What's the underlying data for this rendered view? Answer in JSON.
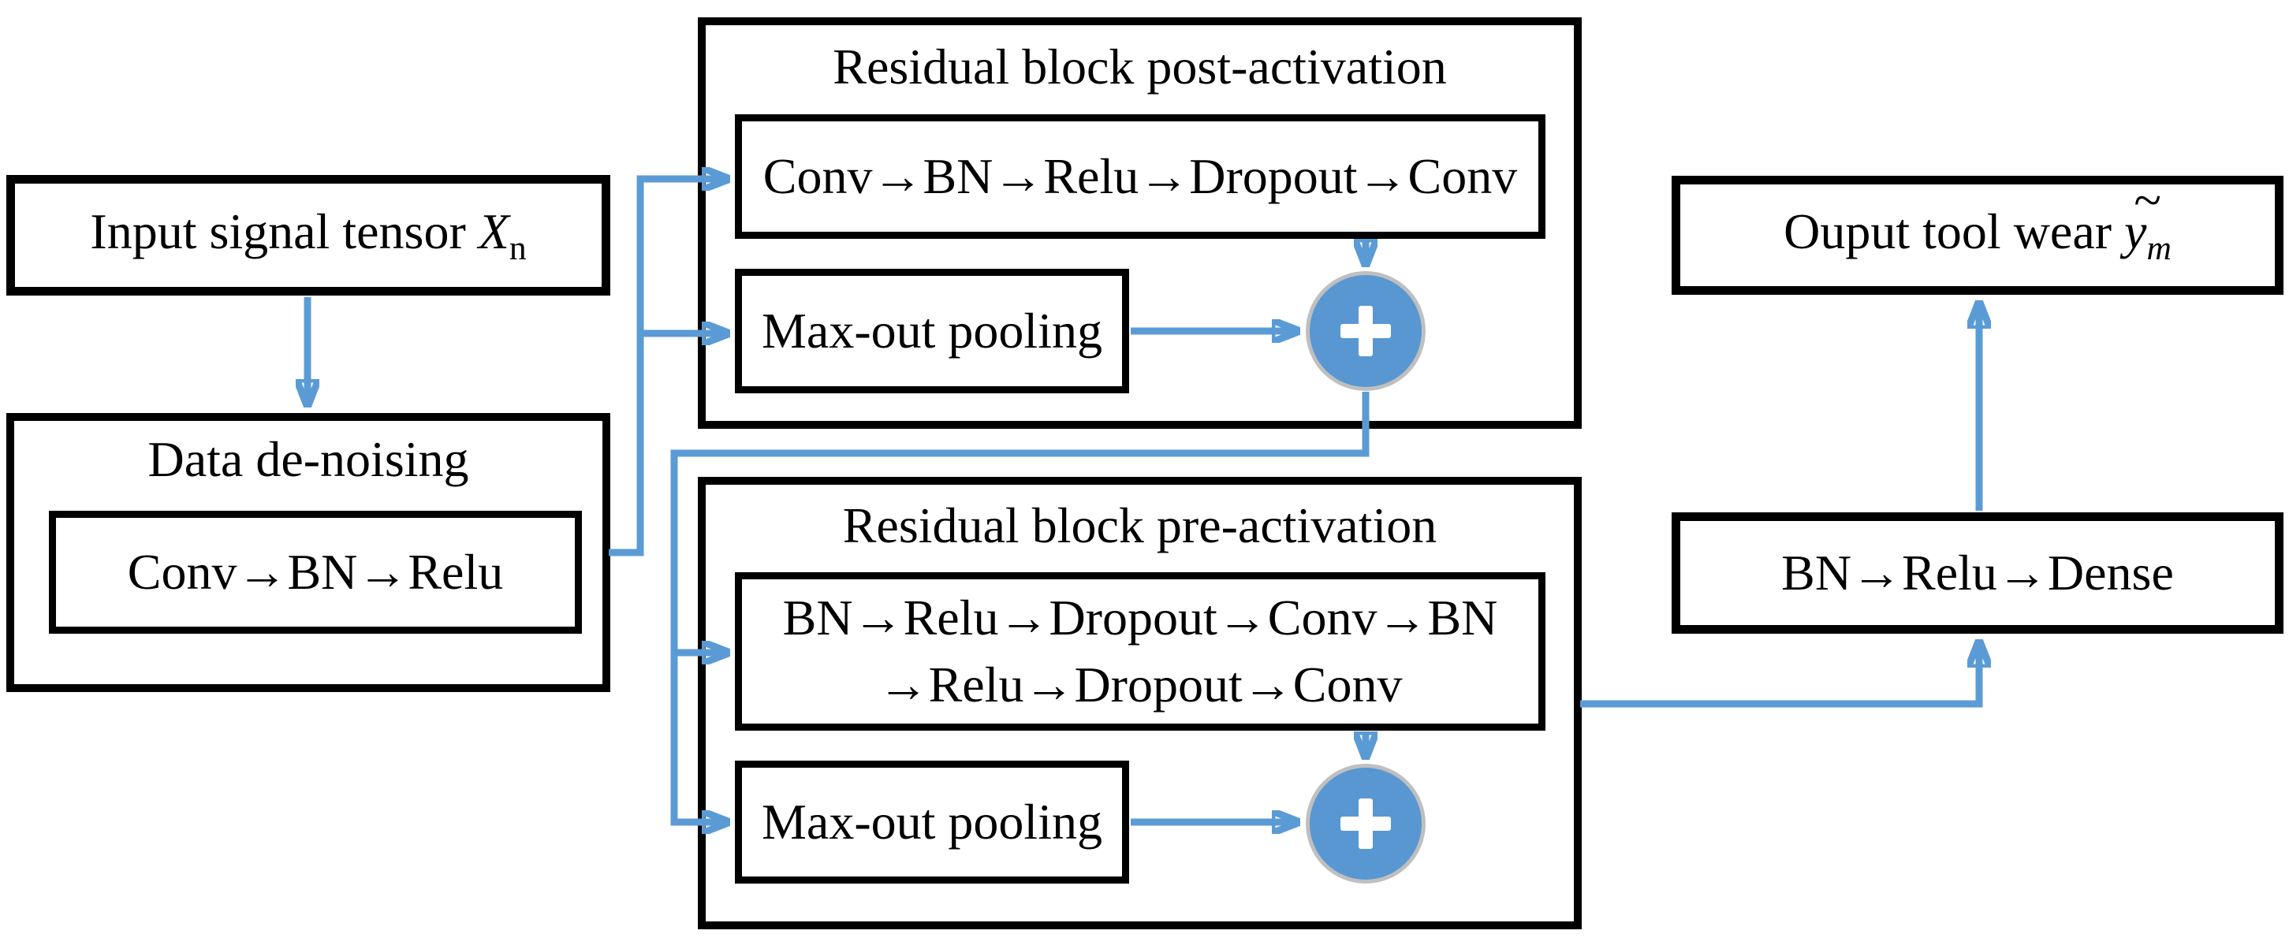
{
  "nodes": {
    "input": {
      "prefix": "Input signal tensor ",
      "var": "X",
      "sub": "n"
    },
    "denoise": {
      "title": "Data de-noising",
      "pipeline": "Conv→BN→Relu"
    },
    "post": {
      "title": "Residual block post-activation",
      "pipeline": "Conv→BN→Relu→Dropout→Conv",
      "pool": "Max-out pooling"
    },
    "pre": {
      "title": "Residual block pre-activation",
      "pipeline_line1": "BN→Relu→Dropout→Conv→BN",
      "pipeline_line2": "→Relu→Dropout→Conv",
      "pool": "Max-out pooling"
    },
    "dense": {
      "pipeline": "BN→Relu→Dense"
    },
    "output": {
      "prefix": "Ouput tool wear ",
      "accent": "~",
      "var": "y",
      "sub": "m"
    }
  },
  "icons": {
    "merge": "plus-icon"
  },
  "colors": {
    "arrow": "#5B9BD5",
    "box_border": "#000000",
    "merge_fill": "#5897D2",
    "merge_border": "#BFBFBF",
    "merge_plus": "#FFFFFF",
    "background": "#FFFFFF",
    "text": "#000000"
  }
}
